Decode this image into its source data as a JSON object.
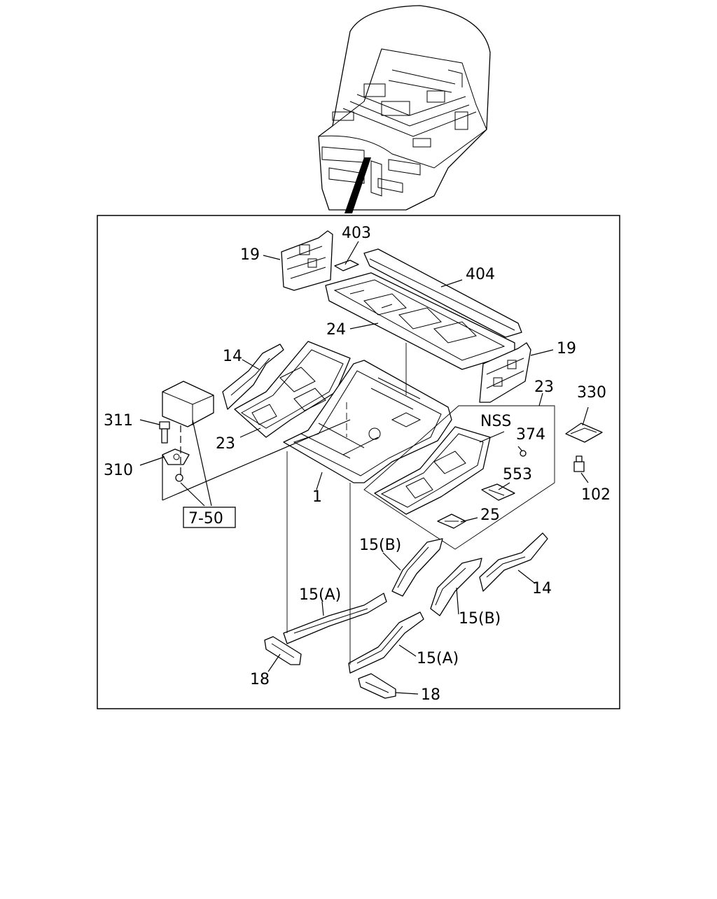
{
  "labels": {
    "p19a": "19",
    "p403": "403",
    "p404": "404",
    "p24": "24",
    "p19b": "19",
    "p14a": "14",
    "p23a": "23",
    "p23b": "23",
    "p330": "330",
    "p311": "311",
    "pNSS": "NSS",
    "p374": "374",
    "p310": "310",
    "p553": "553",
    "p102": "102",
    "p1": "1",
    "p25": "25",
    "ref": "7-50",
    "p15b1": "15(B)",
    "p14b": "14",
    "p15a1": "15(A)",
    "p15b2": "15(B)",
    "p15a2": "15(A)",
    "p18a": "18",
    "p18b": "18"
  }
}
